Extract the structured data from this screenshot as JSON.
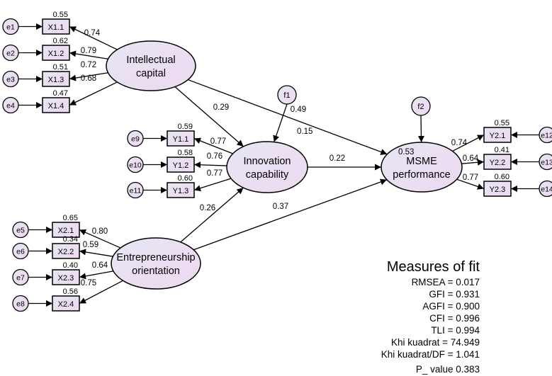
{
  "colors": {
    "node_fill_start": "#e6e6f2",
    "node_fill_end": "#eed9f2",
    "stroke": "#000000",
    "text": "#000000"
  },
  "latent": [
    {
      "id": "IC",
      "label": [
        "Intellectual",
        "capital"
      ]
    },
    {
      "id": "EO",
      "label": [
        "Entrepreneurship",
        "orientation"
      ]
    },
    {
      "id": "INV",
      "label": [
        "Innovation",
        "capability"
      ]
    },
    {
      "id": "MSME",
      "label": [
        "MSME",
        "performance"
      ]
    }
  ],
  "disturbances": [
    {
      "id": "f1",
      "label": "f1",
      "target": "INV",
      "r2": "0.15"
    },
    {
      "id": "f2",
      "label": "f2",
      "target": "MSME",
      "r2": "0.53"
    }
  ],
  "indicators": [
    {
      "id": "X1.1",
      "latent": "IC",
      "error": "e1",
      "loading": "0.74",
      "r2": "0.55"
    },
    {
      "id": "X1.2",
      "latent": "IC",
      "error": "e2",
      "loading": "0.79",
      "r2": "0.62"
    },
    {
      "id": "X1.3",
      "latent": "IC",
      "error": "e3",
      "loading": "0.72",
      "r2": "0.51"
    },
    {
      "id": "X1.4",
      "latent": "IC",
      "error": "e4",
      "loading": "0.68",
      "r2": "0.47"
    },
    {
      "id": "X2.1",
      "latent": "EO",
      "error": "e5",
      "loading": "0.80",
      "r2": "0.65"
    },
    {
      "id": "X2.2",
      "latent": "EO",
      "error": "e6",
      "loading": "0.59",
      "r2": "0.34"
    },
    {
      "id": "X2.3",
      "latent": "EO",
      "error": "e7",
      "loading": "0.64",
      "r2": "0.40"
    },
    {
      "id": "X2.4",
      "latent": "EO",
      "error": "e8",
      "loading": "0.75",
      "r2": "0.56"
    },
    {
      "id": "Y1.1",
      "latent": "INV",
      "error": "e9",
      "loading": "0.77",
      "r2": "0.59"
    },
    {
      "id": "Y1.2",
      "latent": "INV",
      "error": "e10",
      "loading": "0.76",
      "r2": "0.58"
    },
    {
      "id": "Y1.3",
      "latent": "INV",
      "error": "e11",
      "loading": "0.77",
      "r2": "0.60"
    },
    {
      "id": "Y2.1",
      "latent": "MSME",
      "error": "e12",
      "loading": "0.74",
      "r2": "0.55"
    },
    {
      "id": "Y2.2",
      "latent": "MSME",
      "error": "e13",
      "loading": "0.64",
      "r2": "0.41"
    },
    {
      "id": "Y2.3",
      "latent": "MSME",
      "error": "e14",
      "loading": "0.77",
      "r2": "0.60"
    }
  ],
  "paths": [
    {
      "from": "IC",
      "to": "INV",
      "coef": "0.29"
    },
    {
      "from": "IC",
      "to": "MSME",
      "coef": "0.49"
    },
    {
      "from": "INV",
      "to": "MSME",
      "coef": "0.22"
    },
    {
      "from": "EO",
      "to": "INV",
      "coef": "0.26"
    },
    {
      "from": "EO",
      "to": "MSME",
      "coef": "0.37"
    }
  ],
  "fit": {
    "title": "Measures of fit",
    "rows": [
      "RMSEA = 0.017",
      "GFI = 0.931",
      "AGFI = 0.900",
      "CFI = 0.996",
      "TLI = 0.994",
      "Khi kuadrat  = 74.949",
      "Khi kuadrat/DF  = 1.041",
      "P_ value 0.383"
    ]
  }
}
